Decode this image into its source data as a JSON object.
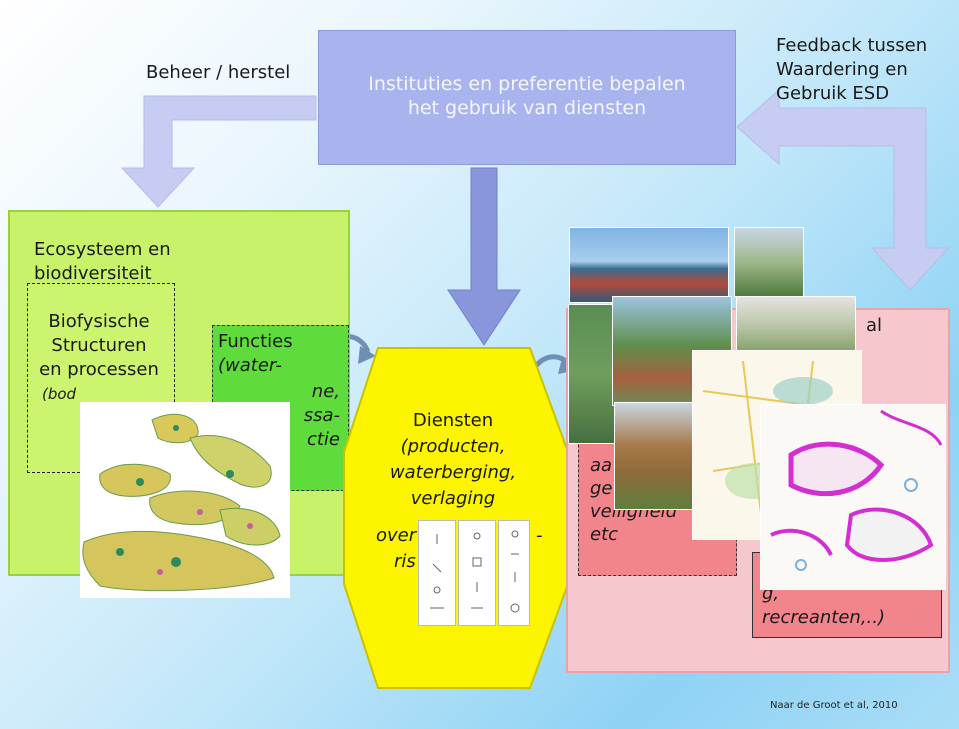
{
  "arrow_color": "#c7cdf2",
  "labels": {
    "beheer": "Beheer / herstel",
    "feedback_1": "Feedback tussen",
    "feedback_2": "Waardering en",
    "feedback_3": "Gebruik ESD",
    "instituties_1": "Instituties en preferentie bepalen",
    "instituties_2": "het gebruik van diensten",
    "eco_1": "Ecosysteem en",
    "eco_2": "biodiversiteit",
    "bio_1": "Biofysische",
    "bio_2": "Structuren",
    "bio_3": "en processen",
    "bio_4": "(bod",
    "func_1": "Functies",
    "func_2": "(water-",
    "func_3": "ne,",
    "func_4": "ssa-",
    "func_5": "ctie",
    "diensten_1": "Diensten",
    "diensten_2": "(producten,",
    "diensten_3": "waterberging,",
    "diensten_4": "verlaging",
    "diensten_5": "over",
    "diensten_6": "ris",
    "welzijn_1": "al",
    "pink_1": "aa",
    "pink_2": "ge",
    "pink_3": "veiligheid",
    "pink_4": "etc",
    "pink2_1": "g,",
    "pink2_2": "recreanten,..)",
    "source": "Naar de Groot et al, 2010"
  },
  "icons": {
    "arrow_down_left": "arrow-down-icon",
    "arrow_down_center": "arrow-down-icon",
    "arrow_feedback": "curved-arrow-icon"
  }
}
